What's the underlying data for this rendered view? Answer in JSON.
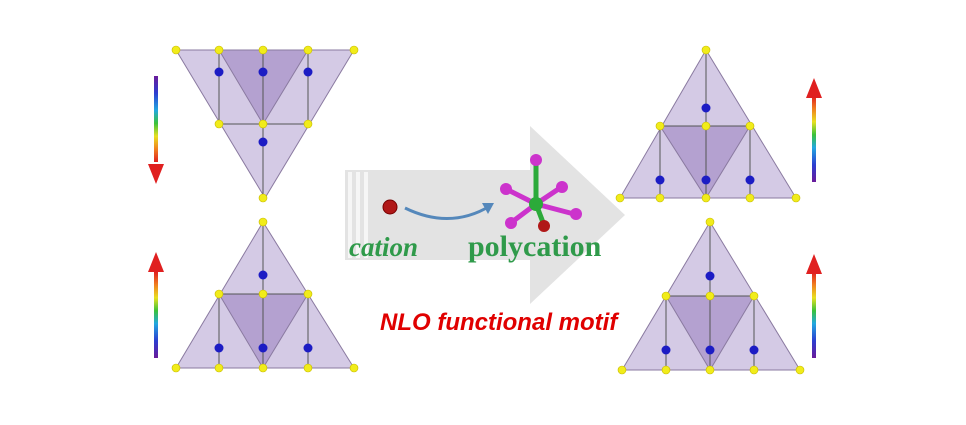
{
  "labels": {
    "cation": "cation",
    "polycation": "polycation",
    "motif": "NLO functional motif"
  },
  "colors": {
    "tetra_fill": "#c6b8dc",
    "tetra_dark": "#a690c8",
    "tetra_edge": "#8a7aa0",
    "node": "#f1ec1a",
    "center_atom": "#1c1cc4",
    "cation_atom": "#b01818",
    "poly_center": "#2caa3a",
    "poly_ligand": "#cc33cc",
    "label_green": "#2f9a4a",
    "label_red": "#e00000",
    "big_arrow": "#e2e2e2",
    "curved_arrow": "#5588bb"
  },
  "icons": {
    "arrow_gradient": "rainbow-direction-arrow",
    "transform_arrow": "large-grey-arrow"
  }
}
